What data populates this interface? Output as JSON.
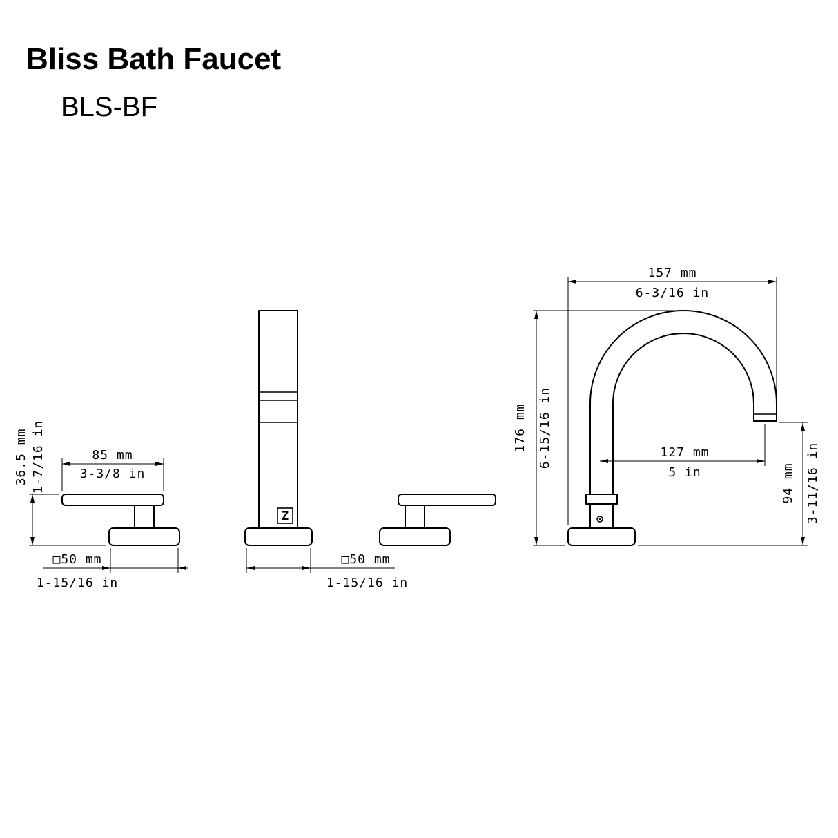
{
  "header": {
    "title": "Bliss Bath Faucet",
    "model": "BLS-BF"
  },
  "logo_text": "Z",
  "views": {
    "handle_side": {
      "dims": {
        "width_mm": "85 mm",
        "width_in": "3-3/8 in",
        "height_mm": "36.5 mm",
        "height_in": "1-7/16 in",
        "base_mm": "□50 mm",
        "base_in": "1-15/16 in"
      }
    },
    "faucet_front": {
      "dims": {
        "base_mm": "□50 mm",
        "base_in": "1-15/16 in"
      }
    },
    "spout_side": {
      "dims": {
        "width_mm": "157 mm",
        "width_in": "6-3/16 in",
        "height_mm": "176 mm",
        "height_in": "6-15/16 in",
        "reach_mm": "127 mm",
        "reach_in": "5 in",
        "outlet_mm": "94 mm",
        "outlet_in": "3-11/16 in"
      }
    }
  },
  "colors": {
    "line": "#000000",
    "background": "#ffffff"
  }
}
